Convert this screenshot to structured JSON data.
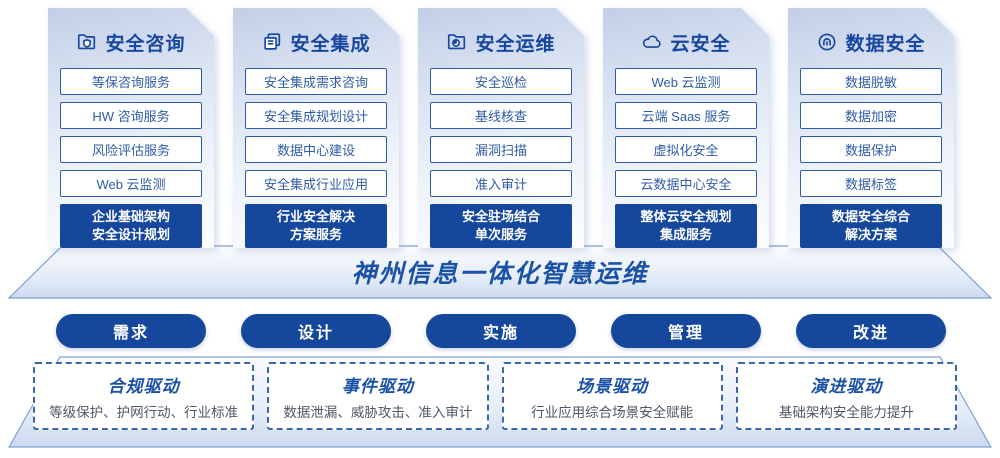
{
  "palette": {
    "deep_blue": "#15479d",
    "item_blue": "#2e5ba9",
    "title_blue": "#1b52a6",
    "desc_gray": "#4c5865"
  },
  "columns": [
    {
      "icon": "folder-shield-icon",
      "title": "安全咨询",
      "items": [
        "等保咨询服务",
        "HW 咨询服务",
        "风险评估服务",
        "Web 云监测"
      ],
      "highlight": [
        "企业基础架构",
        "安全设计规划"
      ]
    },
    {
      "icon": "document-stack-icon",
      "title": "安全集成",
      "items": [
        "安全集成需求咨询",
        "安全集成规划设计",
        "数据中心建设",
        "安全集成行业应用"
      ],
      "highlight": [
        "行业安全解决",
        "方案服务"
      ]
    },
    {
      "icon": "folder-monitor-icon",
      "title": "安全运维",
      "items": [
        "安全巡检",
        "基线核查",
        "漏洞扫描",
        "准入审计"
      ],
      "highlight": [
        "安全驻场结合",
        "单次服务"
      ]
    },
    {
      "icon": "cloud-icon",
      "title": "云安全",
      "items": [
        "Web 云监测",
        "云端 Saas 服务",
        "虚拟化安全",
        "云数据中心安全"
      ],
      "highlight": [
        "整体云安全规划",
        "集成服务"
      ]
    },
    {
      "icon": "fingerprint-icon",
      "title": "数据安全",
      "items": [
        "数据脱敏",
        "数据加密",
        "数据保护",
        "数据标签"
      ],
      "highlight": [
        "数据安全综合",
        "解决方案"
      ]
    }
  ],
  "banner": {
    "title": "神州信息一体化智慧运维"
  },
  "process": [
    "需求",
    "设计",
    "实施",
    "管理",
    "改进"
  ],
  "drivers": [
    {
      "title": "合规驱动",
      "desc": "等级保护、护网行动、行业标准"
    },
    {
      "title": "事件驱动",
      "desc": "数据泄漏、威胁攻击、准入审计"
    },
    {
      "title": "场景驱动",
      "desc": "行业应用综合场景安全赋能"
    },
    {
      "title": "演进驱动",
      "desc": "基础架构安全能力提升"
    }
  ]
}
